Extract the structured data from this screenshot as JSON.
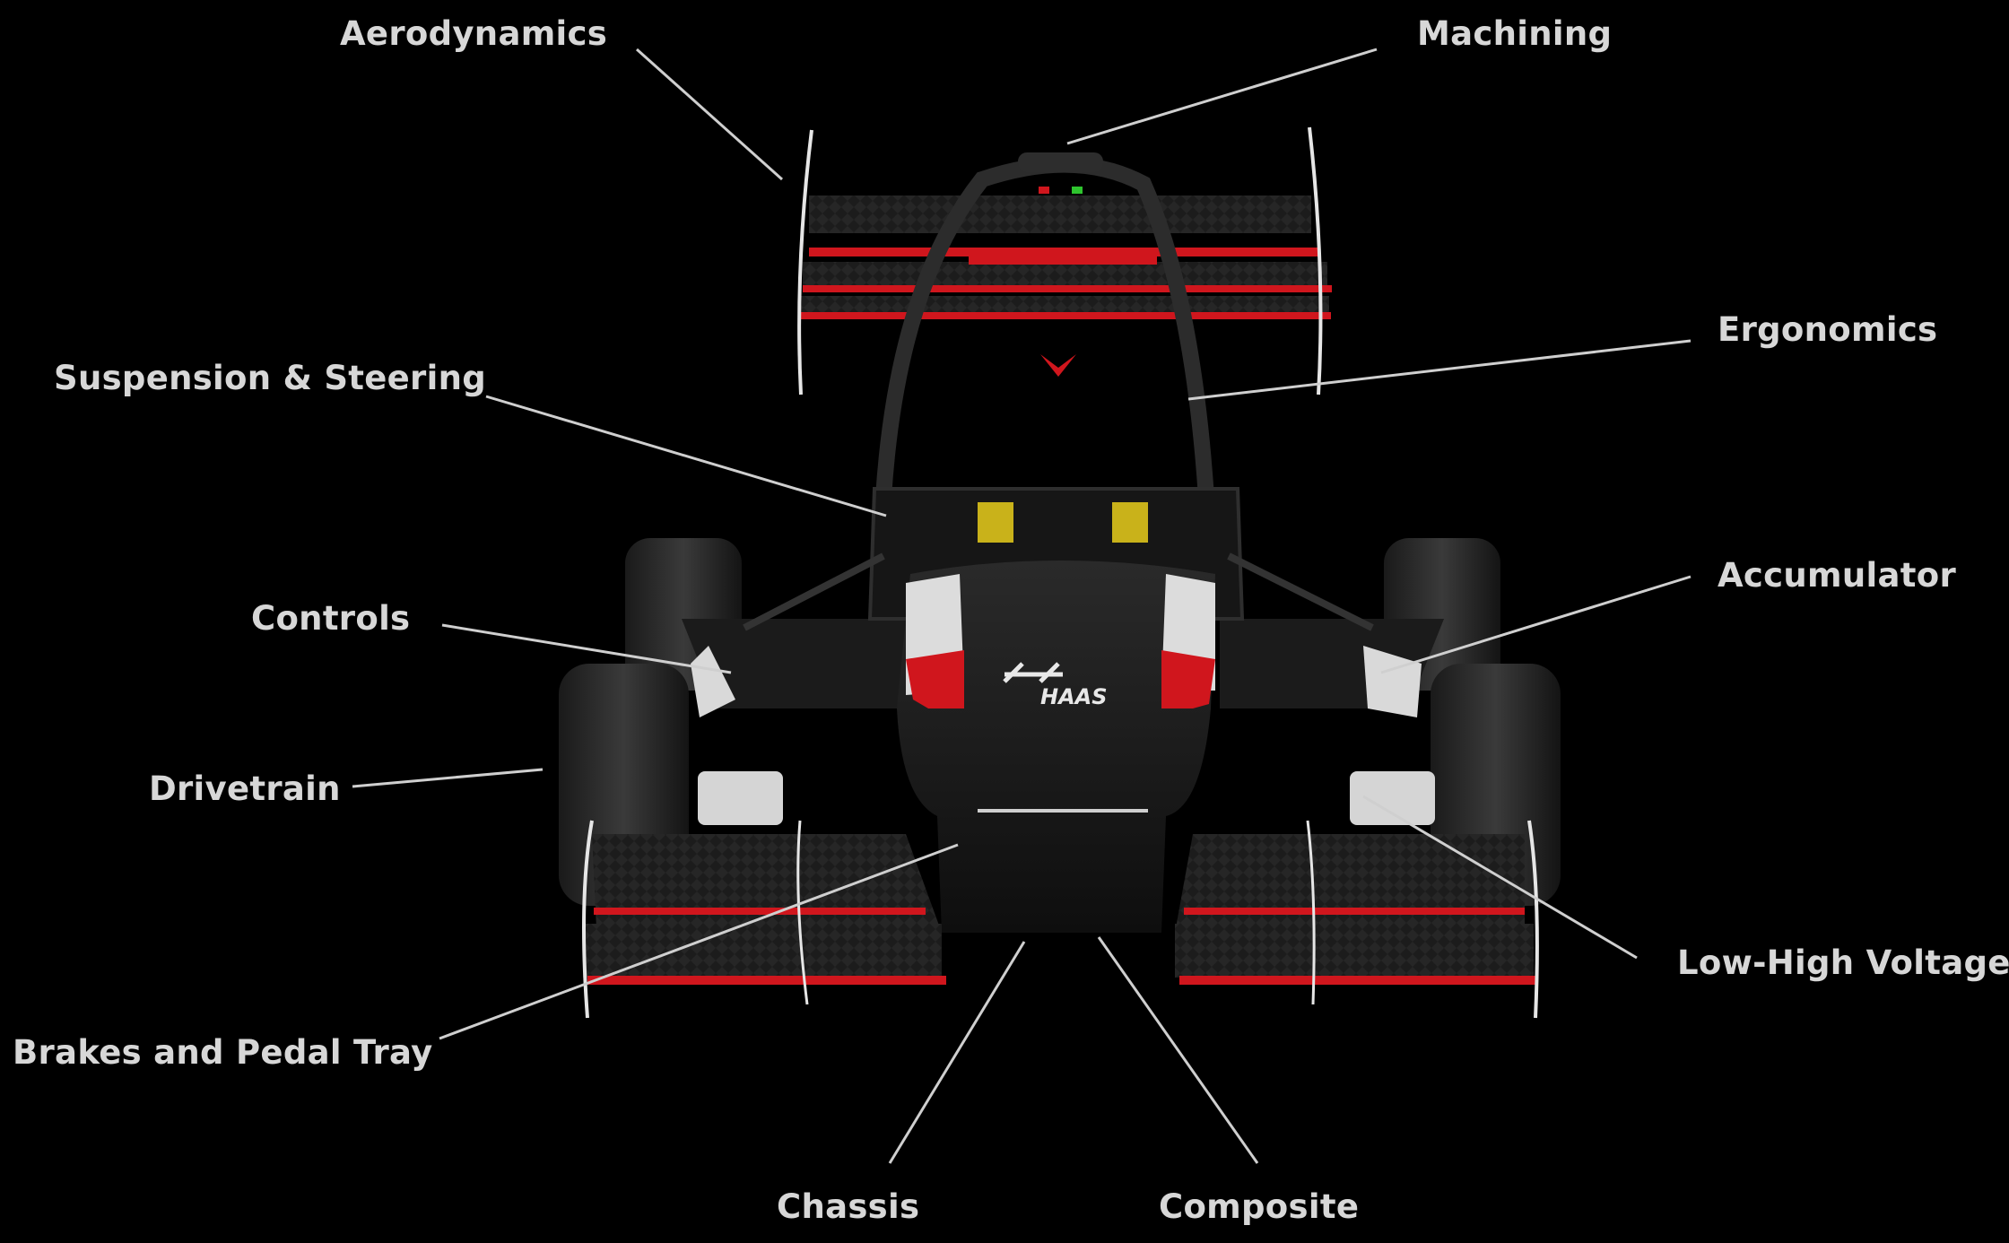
{
  "diagram": {
    "vehicle_logo_text": "HAAS",
    "accent_color": "#d0161d",
    "body_color": "#141414",
    "panel_color": "#d9d9d9",
    "callouts": [
      {
        "id": "aerodynamics",
        "label": "Aerodynamics"
      },
      {
        "id": "machining",
        "label": "Machining"
      },
      {
        "id": "ergonomics",
        "label": "Ergonomics"
      },
      {
        "id": "suspension-steering",
        "label": "Suspension & Steering"
      },
      {
        "id": "controls",
        "label": "Controls"
      },
      {
        "id": "accumulator",
        "label": "Accumulator"
      },
      {
        "id": "drivetrain",
        "label": "Drivetrain"
      },
      {
        "id": "low-high-voltage",
        "label": "Low-High Voltage"
      },
      {
        "id": "brakes-pedal-tray",
        "label": "Brakes and Pedal Tray"
      },
      {
        "id": "chassis",
        "label": "Chassis"
      },
      {
        "id": "composite",
        "label": "Composite"
      }
    ]
  }
}
